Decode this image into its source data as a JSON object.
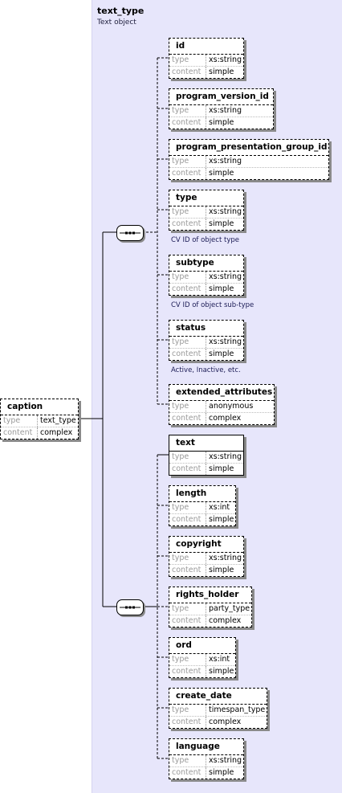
{
  "type_panel": {
    "title": "text_type",
    "description": "Text object"
  },
  "root": {
    "name": "caption",
    "rows": [
      {
        "key": "type",
        "value": "text_type"
      },
      {
        "key": "content",
        "value": "complex"
      }
    ]
  },
  "sequence_1": [
    {
      "name": "id",
      "rows": [
        {
          "key": "type",
          "value": "xs:string"
        },
        {
          "key": "content",
          "value": "simple"
        }
      ]
    },
    {
      "name": "program_version_id",
      "rows": [
        {
          "key": "type",
          "value": "xs:string"
        },
        {
          "key": "content",
          "value": "simple"
        }
      ]
    },
    {
      "name": "program_presentation_group_id",
      "rows": [
        {
          "key": "type",
          "value": "xs:string"
        },
        {
          "key": "content",
          "value": "simple"
        }
      ]
    },
    {
      "name": "type",
      "rows": [
        {
          "key": "type",
          "value": "xs:string"
        },
        {
          "key": "content",
          "value": "simple"
        }
      ],
      "note": "CV ID of object type"
    },
    {
      "name": "subtype",
      "rows": [
        {
          "key": "type",
          "value": "xs:string"
        },
        {
          "key": "content",
          "value": "simple"
        }
      ],
      "note": "CV ID of object sub-type"
    },
    {
      "name": "status",
      "rows": [
        {
          "key": "type",
          "value": "xs:string"
        },
        {
          "key": "content",
          "value": "simple"
        }
      ],
      "note": "Active, Inactive, etc."
    },
    {
      "name": "extended_attributes",
      "rows": [
        {
          "key": "type",
          "value": "anonymous"
        },
        {
          "key": "content",
          "value": "complex"
        }
      ]
    }
  ],
  "sequence_2": [
    {
      "name": "text",
      "rows": [
        {
          "key": "type",
          "value": "xs:string"
        },
        {
          "key": "content",
          "value": "simple"
        }
      ],
      "required": true
    },
    {
      "name": "length",
      "rows": [
        {
          "key": "type",
          "value": "xs:int"
        },
        {
          "key": "content",
          "value": "simple"
        }
      ]
    },
    {
      "name": "copyright",
      "rows": [
        {
          "key": "type",
          "value": "xs:string"
        },
        {
          "key": "content",
          "value": "simple"
        }
      ]
    },
    {
      "name": "rights_holder",
      "rows": [
        {
          "key": "type",
          "value": "party_type"
        },
        {
          "key": "content",
          "value": "complex"
        }
      ]
    },
    {
      "name": "ord",
      "rows": [
        {
          "key": "type",
          "value": "xs:int"
        },
        {
          "key": "content",
          "value": "simple"
        }
      ]
    },
    {
      "name": "create_date",
      "rows": [
        {
          "key": "type",
          "value": "timespan_type"
        },
        {
          "key": "content",
          "value": "complex"
        }
      ]
    },
    {
      "name": "language",
      "rows": [
        {
          "key": "type",
          "value": "xs:string"
        },
        {
          "key": "content",
          "value": "simple"
        }
      ]
    }
  ]
}
